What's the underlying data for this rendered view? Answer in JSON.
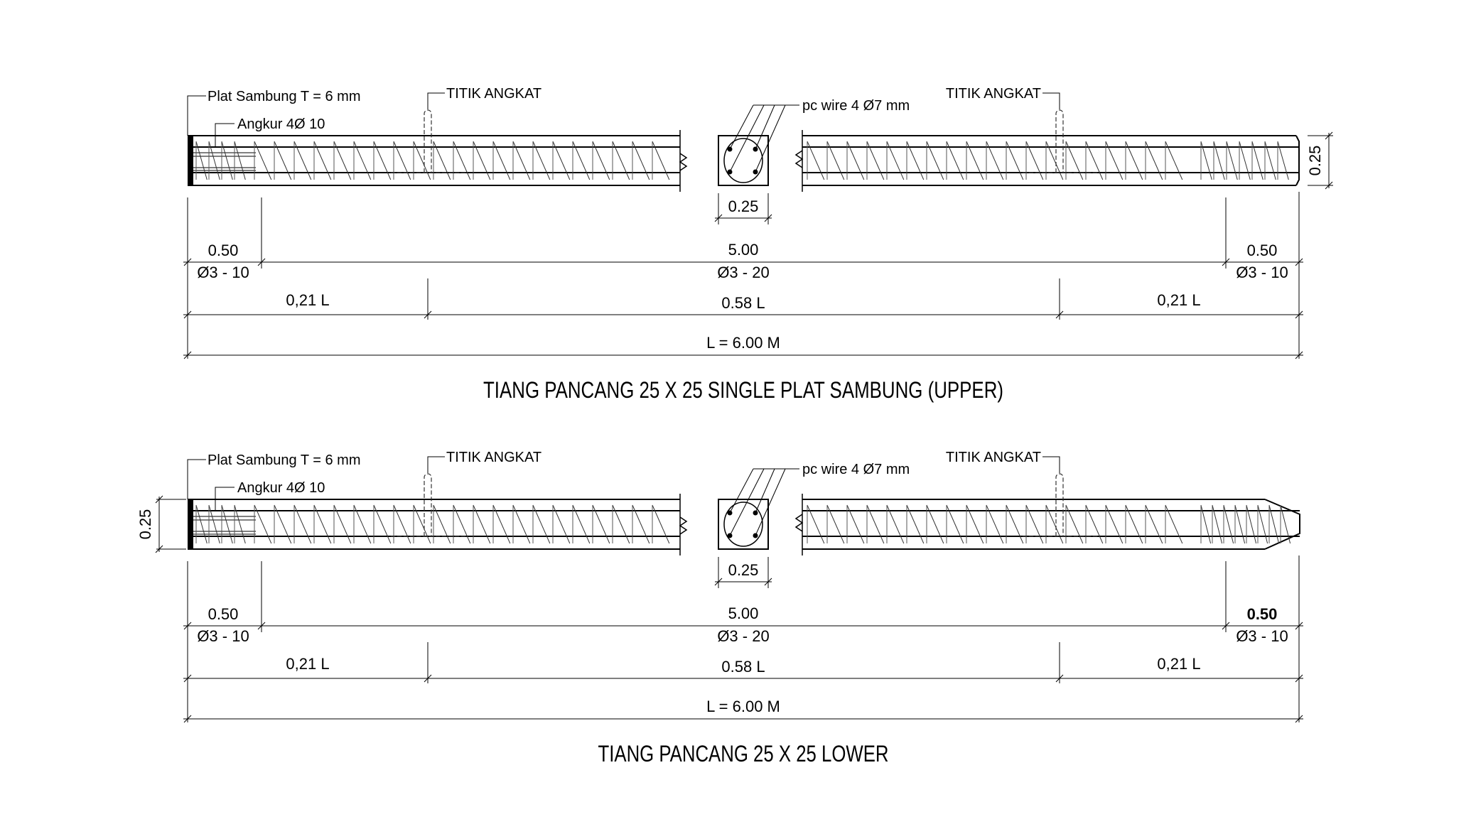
{
  "drawings": [
    {
      "title": "TIANG PANCANG 25 X 25 SINGLE PLAT SAMBUNG (UPPER)",
      "plate_label": "Plat Sambung T = 6 mm",
      "anchor_label": "Angkur 4Ø 10",
      "lift_point_left": "TITIK ANGKAT",
      "lift_point_right": "TITIK ANGKAT",
      "wire_label": "pc wire 4 Ø7 mm",
      "section_width": "0.25",
      "pile_height": "0.25",
      "end_zone_left": "0.50",
      "stirrup_left": "Ø3 - 10",
      "middle_zone": "5.00",
      "stirrup_middle": "Ø3 - 20",
      "end_zone_right": "0.50",
      "stirrup_right": "Ø3 - 10",
      "lift_left": "0,21 L",
      "lift_middle": "0.58 L",
      "lift_right": "0,21 L",
      "total_length": "L = 6.00 M",
      "tip": "flat"
    },
    {
      "title": "TIANG PANCANG 25 X 25 LOWER",
      "plate_label": "Plat Sambung T = 6 mm",
      "anchor_label": "Angkur 4Ø 10",
      "lift_point_left": "TITIK ANGKAT",
      "lift_point_right": "TITIK ANGKAT",
      "wire_label": "pc wire 4 Ø7 mm",
      "section_width": "0.25",
      "pile_height": "0.25",
      "end_zone_left": "0.50",
      "stirrup_left": "Ø3 - 10",
      "middle_zone": "5.00",
      "stirrup_middle": "Ø3 - 20",
      "end_zone_right": "0.50",
      "stirrup_right": "Ø3 - 10",
      "lift_left": "0,21 L",
      "lift_middle": "0.58 L",
      "lift_right": "0,21 L",
      "total_length": "L = 6.00 M",
      "tip": "pointed"
    }
  ]
}
